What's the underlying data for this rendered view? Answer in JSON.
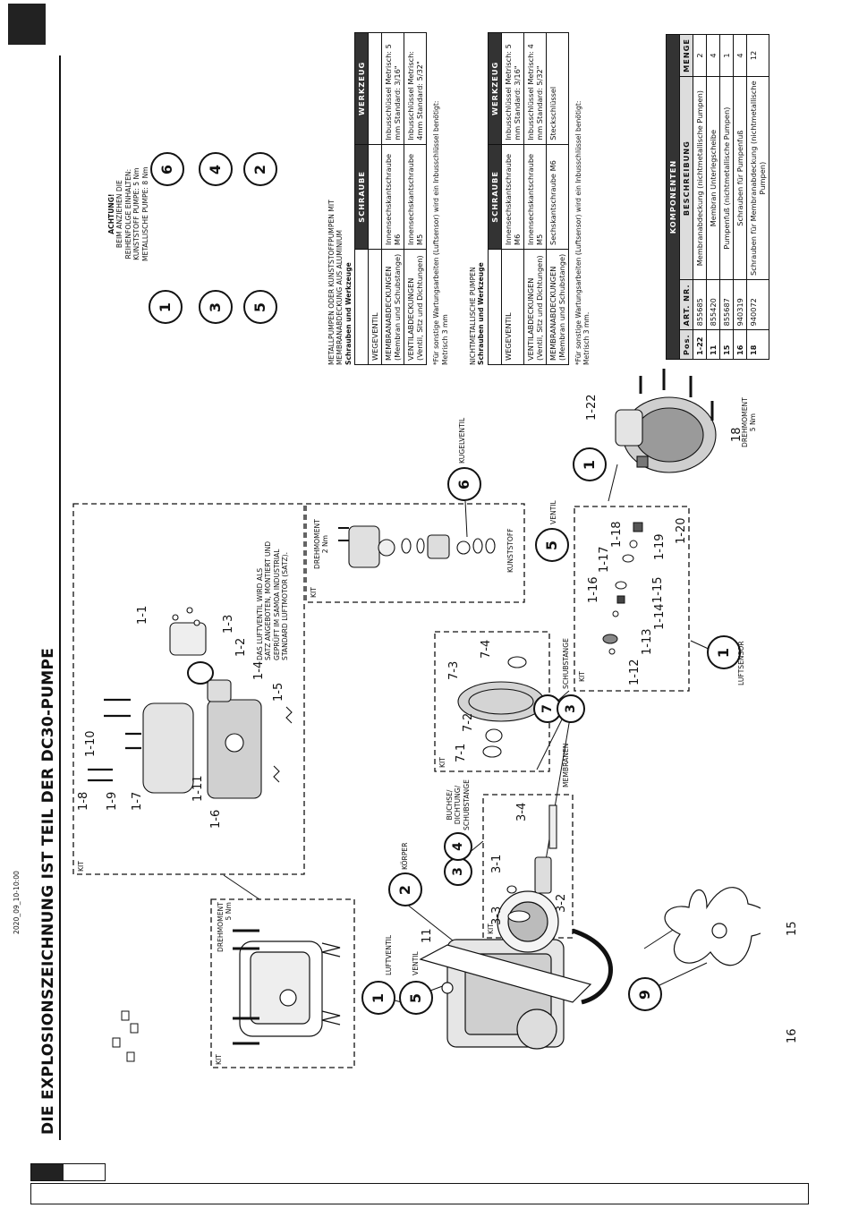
{
  "header": {
    "title": "DIE EXPLOSIONSZEICHNUNG IST TEIL DER DC30-PUMPE",
    "date_code": "2020_09_10-10:00"
  },
  "kits": {
    "kit": "KIT",
    "drehmoment": "DREHMOMENT",
    "torque_5": "5 Nm",
    "torque_2": "2 Nm"
  },
  "groups": {
    "luftventil": "LUFTVENTIL",
    "ventil": "VENTIL",
    "koerper": "KÖRPER",
    "buchse": [
      "BUCHSE/",
      "DICHTUNG/",
      "SCHUBSTANGE"
    ],
    "membranen": "MEMBRANEN",
    "schubstange": "SCHUBSTANGE",
    "kugelventil": "KUGELVENTIL",
    "kunststoff": "KUNSTSTOFF",
    "luftsensor": "LUFTSENSOR",
    "drehmoment_footer": [
      "DREHMOMENT",
      "5 Nm"
    ]
  },
  "air_valve_note": [
    "DAS LUFTVENTIL WIRD ALS",
    "SATZ ANGEBOTEN, MONTIERT UND",
    "GEPRÜFT IM SAMOA INDUSTRIAL",
    "STANDARD LUFTMOTOR (SATZ)."
  ],
  "callouts": {
    "c1": "1",
    "c2": "2",
    "c3": "3",
    "c4": "4",
    "c5": "5",
    "c6": "6",
    "c7": "7",
    "c9": "9",
    "p11": "11",
    "p15": "15",
    "p16": "16",
    "p18": "18",
    "p1_1": "1-1",
    "p1_2": "1-2",
    "p1_3": "1-3",
    "p1_4": "1-4",
    "p1_5": "1-5",
    "p1_6": "1-6",
    "p1_7": "1-7",
    "p1_8": "1-8",
    "p1_9": "1-9",
    "p1_10": "1-10",
    "p1_11": "1-11",
    "p1_12": "1-12",
    "p1_13": "1-13",
    "p1_14": "1-14",
    "p1_15": "1-15",
    "p1_16": "1-16",
    "p1_17": "1-17",
    "p1_18": "1-18",
    "p1_19": "1-19",
    "p1_20": "1-20",
    "p1_22": "1-22",
    "p3_1": "3-1",
    "p3_2": "3-2",
    "p3_3": "3-3",
    "p3_4": "3-4",
    "p7_1": "7-1",
    "p7_2": "7-2",
    "p7_3": "7-3",
    "p7_4": "7-4"
  },
  "warning": {
    "lines": [
      "ACHTUNG!",
      "BEIM ANZIEHEN DIE",
      "REIHENFOLGE EINHALTEN:",
      "KUNSTSTOFF PUMPE: 5 Nm",
      "METALLISCHE PUMPE: 8 Nm"
    ]
  },
  "table_metal": {
    "intro": [
      "METALLPUMPEN ODER KUNSTSTOFFPUMPEN MIT",
      "MEMBRANABDECKUNG AUS ALUMINIUM"
    ],
    "heading": "Schrauben und Werkzeuge",
    "headers": [
      "",
      "SCHRAUBE",
      "WERKZEUG"
    ],
    "rows": [
      [
        "WEGEVENTIL",
        "",
        ""
      ],
      [
        "MEMBRANABDECKUNGEN (Membran und Schubstange)",
        "Innensechskantschraube M6",
        "Inbusschlüssel Metrisch: 5 mm Standard: 3/16\""
      ],
      [
        "VENTILABDECKUNGEN (Ventil, Sitz und Dichtungen)",
        "Innensechskantschraube M5",
        "Inbusschlüssel Metrisch: 4mm Standard: 5/32\""
      ]
    ],
    "footnote": [
      "*Für sonstige Wartungsarbeiten (Luftsensor) wird ein Inbusschlüssel benötigt:",
      "Metrisch 3 mm"
    ]
  },
  "table_nonmetal": {
    "intro": [
      "NICHTMETALLISCHE PUMPEN"
    ],
    "heading": "Schrauben und Werkzeuge",
    "headers": [
      "",
      "SCHRAUBE",
      "WERKZEUG"
    ],
    "rows": [
      [
        "WEGEVENTIL",
        "Innensechskantschraube M6",
        "Inbusschlüssel Metrisch: 5 mm Standard: 3/16\""
      ],
      [
        "VENTILABDECKUNGEN (Ventil, Sitz und Dichtungen)",
        "Innensechskantschraube M5",
        "Inbusschlüssel Metrisch: 4 mm Standard: 5/32\""
      ],
      [
        "MEMBRANABDECKUNGEN (Membran und Schubstange)",
        "Sechskantschraube M6",
        "Steckschlüssel"
      ]
    ],
    "footnote": [
      "*Für sonstige Wartungsarbeiten (Luftsensor) wird ein Inbusschlüssel benötigt:",
      "Metrisch 3 mm."
    ]
  },
  "table_components": {
    "title": "KOMPONENTEN",
    "headers": [
      "Pos.",
      "ART. NR.",
      "BESCHREIBUNG",
      "MENGE"
    ],
    "rows": [
      [
        "1-22",
        "855685",
        "Membranabdeckung (nichtmetallische Pumpen)",
        "2"
      ],
      [
        "11",
        "855420",
        "Membran Unterlegscheibe",
        "4"
      ],
      [
        "15",
        "855687",
        "Pumpenfuß (nichtmetallische Pumpen)",
        "1"
      ],
      [
        "16",
        "940319",
        "Schrauben für Pumpenfuß",
        "4"
      ],
      [
        "18",
        "940072",
        "Schrauben für Membranabdeckung (nichtmetallische Pumpen)",
        "12"
      ]
    ]
  },
  "colors": {
    "ink": "#111111",
    "header_fill": "#333333",
    "page": "#ffffff"
  }
}
